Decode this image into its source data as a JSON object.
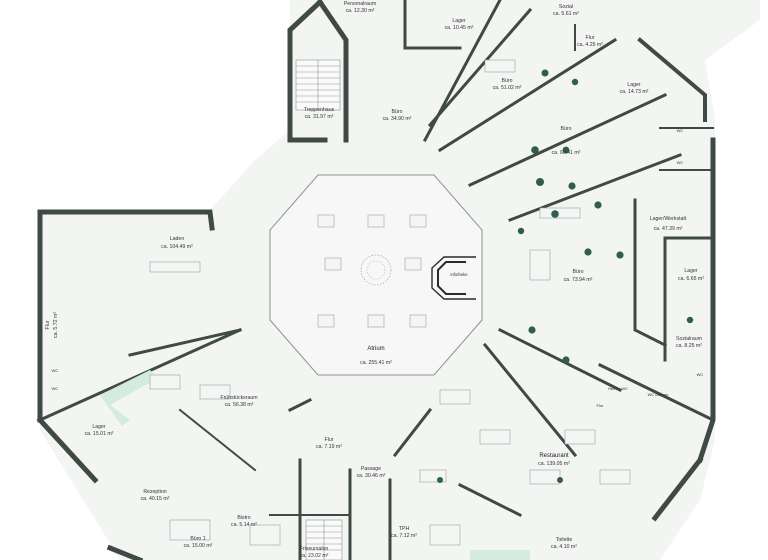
{
  "plan": {
    "rooms": [
      {
        "name": "Personalraum",
        "area": "ca. 12.30 m²"
      },
      {
        "name": "Lager",
        "area": "ca. 10.45 m²"
      },
      {
        "name": "Sozial",
        "area": "ca. 5.61 m²"
      },
      {
        "name": "Flur",
        "area": "ca. 4.25 m²"
      },
      {
        "name": "Treppenhaus",
        "area": "ca. 31.97 m²"
      },
      {
        "name": "Büro",
        "area": "ca. 34.90 m²"
      },
      {
        "name": "Büro",
        "area": "ca. 51.02 m²"
      },
      {
        "name": "Lager",
        "area": "ca. 14.73 m²"
      },
      {
        "name": "Büro",
        "area": "ca. 66.41 m²"
      },
      {
        "name": "Lager/Werkstatt",
        "area": "ca. 47.39 m²"
      },
      {
        "name": "Laden",
        "area": "ca. 104.49 m²"
      },
      {
        "name": "Büro",
        "area": "ca. 73.94 m²"
      },
      {
        "name": "Lager",
        "area": "ca. 6.65 m²"
      },
      {
        "name": "Flur",
        "area": "ca. 5.72 m²"
      },
      {
        "name": "Atrium",
        "area": "ca. 255.41 m²"
      },
      {
        "name": "Sozialraum",
        "area": "ca. 8.25 m²"
      },
      {
        "name": "Frühstücksraum",
        "area": "ca. 56.38 m²"
      },
      {
        "name": "Lager",
        "area": "ca. 15.01 m²"
      },
      {
        "name": "Flur",
        "area": "ca. 7.19 m²"
      },
      {
        "name": "Passage",
        "area": "ca. 30.46 m²"
      },
      {
        "name": "Restaurant",
        "area": "ca. 139.05 m²"
      },
      {
        "name": "Rezeption",
        "area": "ca. 40.15 m²"
      },
      {
        "name": "Bistro",
        "area": "ca. 5.14 m²"
      },
      {
        "name": "Büro 1",
        "area": "ca. 15.00 m²"
      },
      {
        "name": "Friseursalon",
        "area": "ca. 23.02 m²"
      },
      {
        "name": "TPH",
        "area": "ca. 7.12 m²"
      },
      {
        "name": "Toilette",
        "area": "ca. 4.10 m²"
      }
    ],
    "small_labels": {
      "info_desk": "Infotheke",
      "wc_upper_right_a": "WC",
      "wc_upper_right_b": "WC",
      "wc_mid_right": "WC",
      "herren_wc": "Herren WC",
      "wc_damen": "WC Damen",
      "flur_small": "Flur",
      "wc_left_a": "WC",
      "wc_left_b": "WC"
    },
    "colors": {
      "wall": "#3f4a45",
      "chair": "#2f5e4c",
      "floor": "#f3f5f3",
      "accent": "#d3ecdf"
    }
  }
}
